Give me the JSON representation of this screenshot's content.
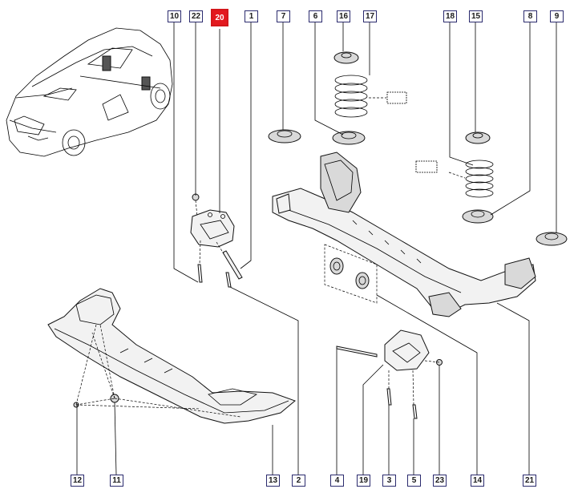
{
  "diagram": {
    "callouts": [
      {
        "id": "c10",
        "label": "10",
        "selected": false
      },
      {
        "id": "c22",
        "label": "22",
        "selected": false
      },
      {
        "id": "c20",
        "label": "20",
        "selected": true
      },
      {
        "id": "c1",
        "label": "1",
        "selected": false
      },
      {
        "id": "c7",
        "label": "7",
        "selected": false
      },
      {
        "id": "c6",
        "label": "6",
        "selected": false
      },
      {
        "id": "c16",
        "label": "16",
        "selected": false
      },
      {
        "id": "c17",
        "label": "17",
        "selected": false
      },
      {
        "id": "c18",
        "label": "18",
        "selected": false
      },
      {
        "id": "c15",
        "label": "15",
        "selected": false
      },
      {
        "id": "c8",
        "label": "8",
        "selected": false
      },
      {
        "id": "c9",
        "label": "9",
        "selected": false
      },
      {
        "id": "c12",
        "label": "12",
        "selected": false
      },
      {
        "id": "c11",
        "label": "11",
        "selected": false
      },
      {
        "id": "c13",
        "label": "13",
        "selected": false
      },
      {
        "id": "c2",
        "label": "2",
        "selected": false
      },
      {
        "id": "c4",
        "label": "4",
        "selected": false
      },
      {
        "id": "c19",
        "label": "19",
        "selected": false
      },
      {
        "id": "c3",
        "label": "3",
        "selected": false
      },
      {
        "id": "c5",
        "label": "5",
        "selected": false
      },
      {
        "id": "c23",
        "label": "23",
        "selected": false
      },
      {
        "id": "c14",
        "label": "14",
        "selected": false
      },
      {
        "id": "c21",
        "label": "21",
        "selected": false
      }
    ],
    "colors": {
      "selected": "#e3191f",
      "border": "#2b2b6e",
      "line": "#000000"
    }
  }
}
